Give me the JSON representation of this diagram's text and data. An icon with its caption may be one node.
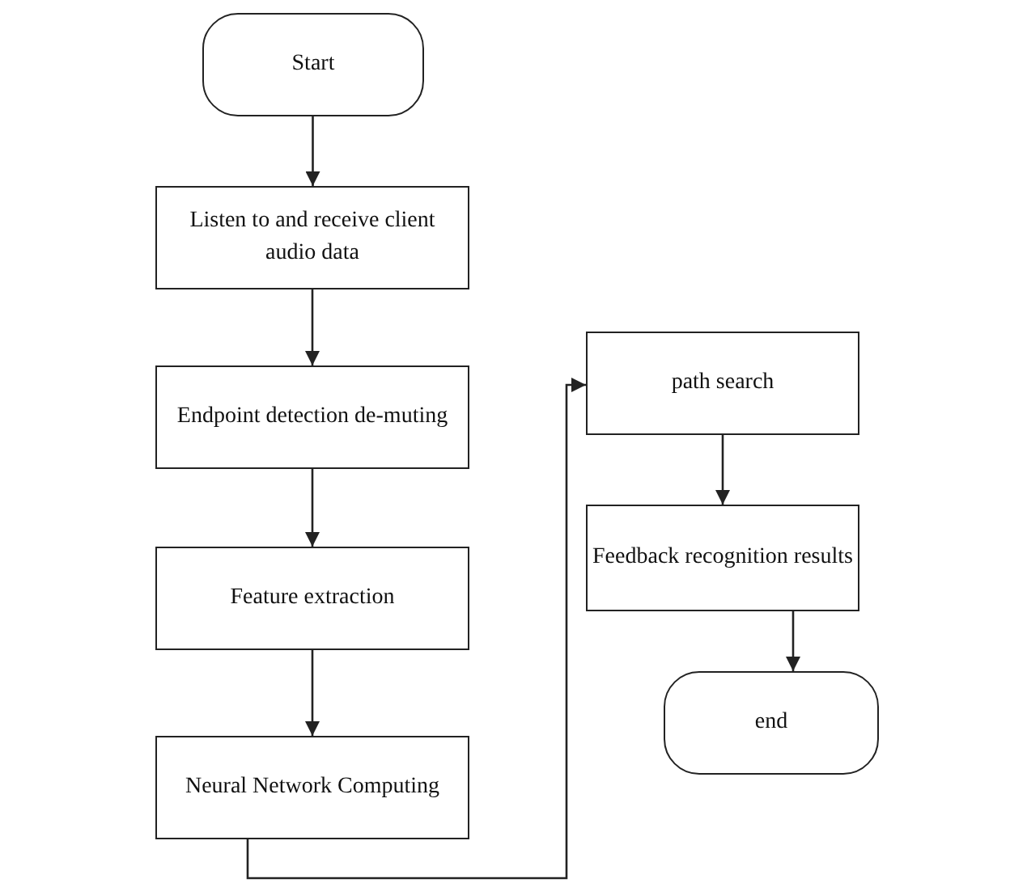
{
  "diagram": {
    "nodes": [
      {
        "text": [
          "Start"
        ]
      },
      {
        "text": [
          "Listen to and receive client audio data"
        ]
      },
      {
        "text": [
          "Endpoint detection de-muting"
        ]
      },
      {
        "text": [
          "Feature extraction"
        ]
      },
      {
        "text": [
          "Neural Network Computing"
        ]
      },
      {
        "text": [
          "path search"
        ]
      },
      {
        "text": [
          "Feedback recognition results"
        ]
      },
      {
        "text": [
          "end"
        ]
      }
    ],
    "edges": [
      {
        "from": 0,
        "to": 1,
        "arrow": "to"
      },
      {
        "from": 1,
        "to": 2,
        "arrow": "to"
      },
      {
        "from": 2,
        "to": 3,
        "arrow": "to"
      },
      {
        "from": 3,
        "to": 4,
        "arrow": "to"
      },
      {
        "from": 4,
        "to": 5,
        "arrow": "to"
      },
      {
        "from": 5,
        "to": 6,
        "arrow": "to"
      },
      {
        "from": 6,
        "to": 7,
        "arrow": "to"
      }
    ]
  }
}
